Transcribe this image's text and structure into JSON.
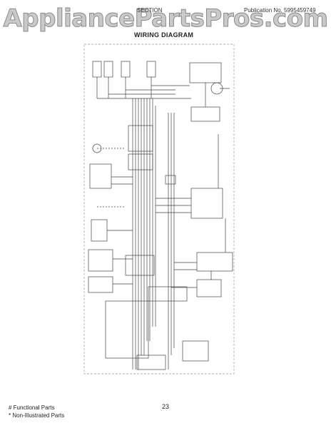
{
  "watermark": {
    "text": "AppliancePartsPros.com"
  },
  "header": {
    "left_text": "SECTION",
    "right_text": "Publication No. 5995459749"
  },
  "diagram": {
    "title": "WIRING DIAGRAM"
  },
  "footer": {
    "page_number": "23",
    "note_functional": "# Functional Parts",
    "note_non_illustrated": "* Non-Illustrated Parts"
  }
}
